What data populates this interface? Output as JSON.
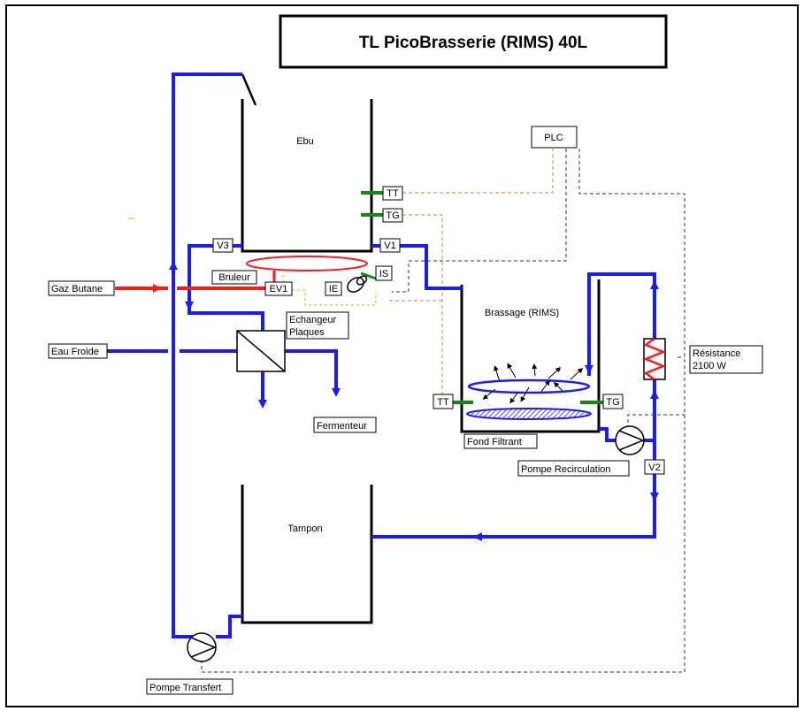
{
  "title": "TL PicoBrasserie (RIMS) 40L",
  "tanks": {
    "ebu": "Ebu",
    "rims": "Brassage (RIMS)",
    "tampon": "Tampon"
  },
  "labels": {
    "plc": "PLC",
    "tt_top": "TT",
    "tg_top": "TG",
    "v3": "V3",
    "v1": "V1",
    "v2": "V2",
    "bruleur": "Bruleur",
    "ev1": "EV1",
    "is": "IS",
    "ie": "IE",
    "gaz": "Gaz Butane",
    "eau": "Eau Froide",
    "echangeur_1": "Echangeur",
    "echangeur_2": "Plaques",
    "fermenteur": "Fermenteur",
    "tt_rims": "TT",
    "tg_rims": "TG",
    "fond": "Fond Filtrant",
    "pompe_recirc": "Pompe Recirculation",
    "resistance_1": "Résistance",
    "resistance_2": "2100 W",
    "pompe_transfert": "Pompe Transfert"
  },
  "colors": {
    "water": "#1a1aff",
    "gas": "#ff1a1a",
    "sensor": "#138a13",
    "signal": "#e07a2e"
  }
}
